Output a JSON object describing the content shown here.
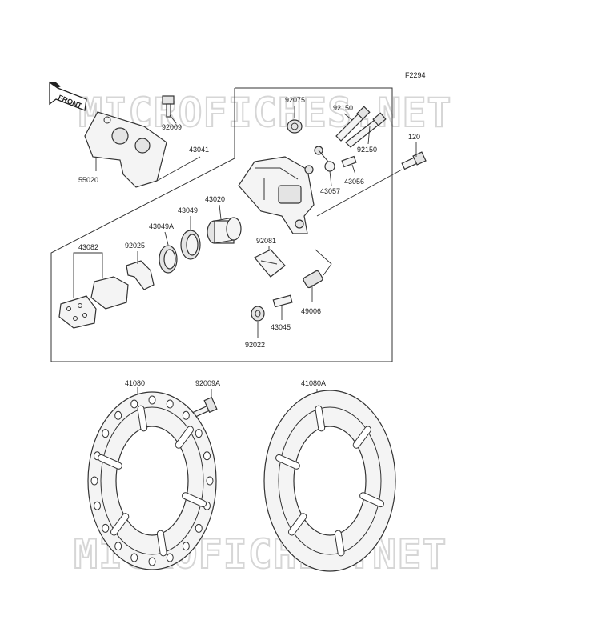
{
  "figure_code": "F2294",
  "front_label": "FRONT",
  "watermark": "MICROFICHES.NET",
  "parts": {
    "p92009": "92009",
    "p55020": "55020",
    "p43041": "43041",
    "p92075": "92075",
    "p92150a": "92150",
    "p92150b": "92150",
    "p120": "120",
    "p43057": "43057",
    "p43056": "43056",
    "p43020": "43020",
    "p43049": "43049",
    "p43049a": "43049A",
    "p92025": "92025",
    "p43082": "43082",
    "p92081": "92081",
    "p49006": "49006",
    "p43045": "43045",
    "p92022": "92022",
    "p41080": "41080",
    "p92009a": "92009A",
    "p41080a": "41080A"
  }
}
